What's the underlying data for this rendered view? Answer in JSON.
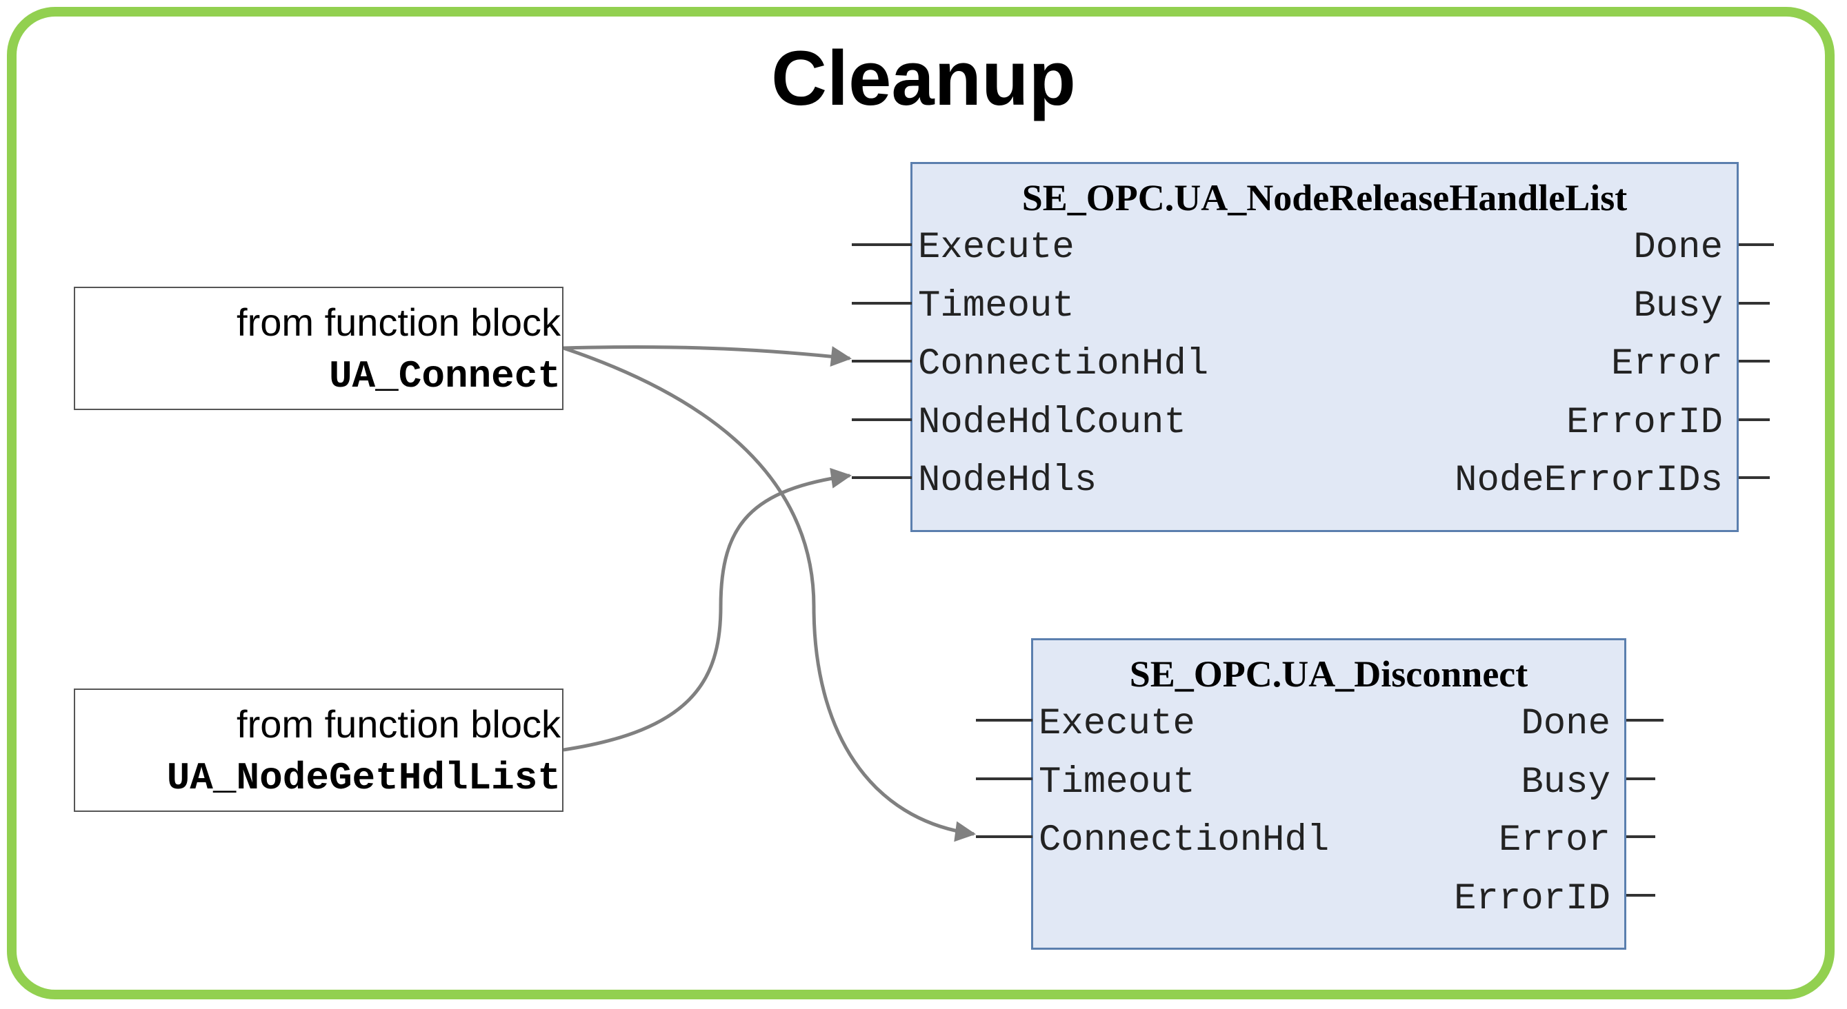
{
  "title": "Cleanup",
  "colors": {
    "frame_border": "#92d050",
    "block_fill": "#e1e8f5",
    "block_border": "#5b7fae",
    "wire": "#808080"
  },
  "sources": [
    {
      "line1": "from function block",
      "line2": "UA_Connect"
    },
    {
      "line1": "from function block",
      "line2": "UA_NodeGetHdlList"
    }
  ],
  "blocks": [
    {
      "name": "SE_OPC.UA_NodeReleaseHandleList",
      "inputs": [
        "Execute",
        "Timeout",
        "ConnectionHdl",
        "NodeHdlCount",
        "NodeHdls"
      ],
      "outputs": [
        "Done",
        "Busy",
        "Error",
        "ErrorID",
        "NodeErrorIDs"
      ]
    },
    {
      "name": "SE_OPC.UA_Disconnect",
      "inputs": [
        "Execute",
        "Timeout",
        "ConnectionHdl"
      ],
      "outputs": [
        "Done",
        "Busy",
        "Error",
        "ErrorID"
      ]
    }
  ]
}
